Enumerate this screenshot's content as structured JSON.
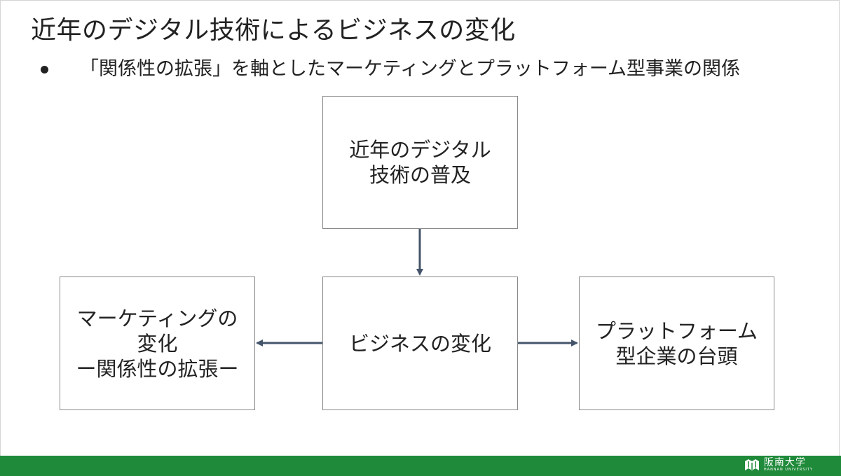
{
  "slide": {
    "title": "近年のデジタル技術によるビジネスの変化",
    "bullet": "「関係性の拡張」を軸としたマーケティングとプラットフォーム型事業の関係"
  },
  "diagram": {
    "nodes": {
      "top": {
        "lines": [
          "近年のデジタル",
          "技術の普及"
        ]
      },
      "center": {
        "lines": [
          "ビジネスの変化"
        ]
      },
      "left": {
        "lines": [
          "マーケティングの",
          "変化",
          "ー関係性の拡張ー"
        ]
      },
      "right": {
        "lines": [
          "プラットフォーム",
          "型企業の台頭"
        ]
      }
    },
    "edges": [
      {
        "from": "top",
        "to": "center"
      },
      {
        "from": "center",
        "to": "left"
      },
      {
        "from": "center",
        "to": "right"
      }
    ],
    "arrow_color": "#44546a",
    "box_border_color": "#8a8a8a"
  },
  "footer": {
    "color": "#1f8a3a",
    "logo_text": "阪南大学",
    "logo_subtext": "HANNAN UNIVERSITY",
    "logo_icon": "university-emblem-icon"
  }
}
